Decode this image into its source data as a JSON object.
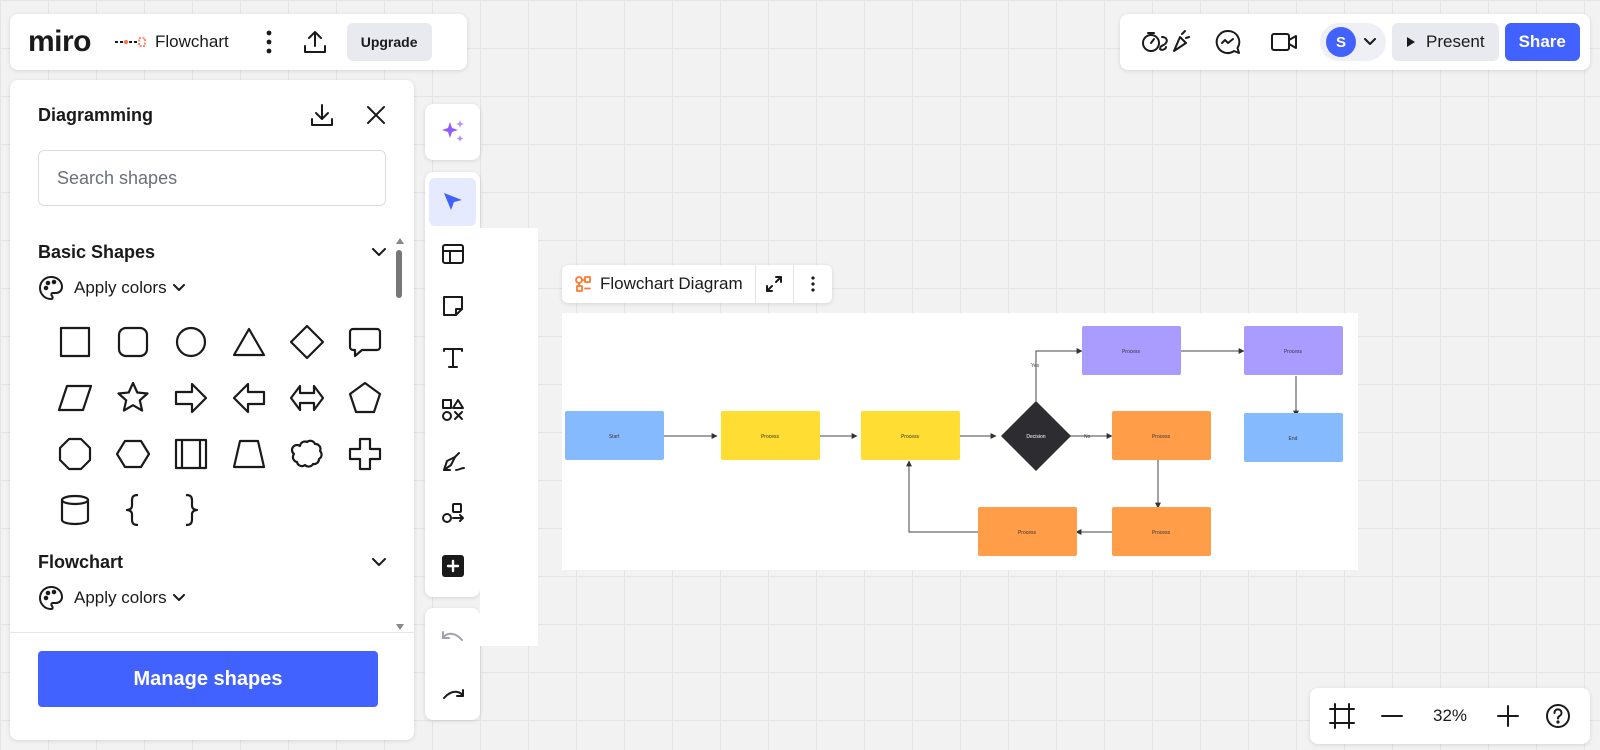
{
  "app": {
    "logo": "miro"
  },
  "board": {
    "name": "Flowchart"
  },
  "topbar": {
    "upgrade_label": "Upgrade"
  },
  "topright": {
    "avatar_initial": "S",
    "present_label": "Present",
    "share_label": "Share",
    "brand_color": "#4262ff"
  },
  "panel": {
    "title": "Diagramming",
    "search_placeholder": "Search shapes",
    "sections": [
      {
        "title": "Basic Shapes",
        "apply_label": "Apply colors"
      },
      {
        "title": "Flowchart",
        "apply_label": "Apply colors"
      }
    ],
    "basic_shapes": [
      "square",
      "rounded-square",
      "circle",
      "triangle",
      "diamond",
      "speech-bubble",
      "parallelogram",
      "star",
      "arrow-right",
      "arrow-left",
      "double-arrow",
      "pentagon",
      "octagon",
      "hexagon",
      "predefined-process",
      "trapezoid",
      "cloud",
      "cross",
      "cylinder",
      "brace-left",
      "brace-right"
    ],
    "manage_label": "Manage shapes"
  },
  "frame": {
    "title": "Flowchart Diagram",
    "nodes": [
      {
        "label": "Start",
        "color": "#86baff"
      },
      {
        "label": "Process",
        "color": "#ffdd33"
      },
      {
        "label": "Process",
        "color": "#ffdd33"
      },
      {
        "label": "Decision",
        "color": "#2d2d31"
      },
      {
        "label": "Process",
        "color": "#a99bff"
      },
      {
        "label": "Process",
        "color": "#a99bff"
      },
      {
        "label": "Process",
        "color": "#ff9d48"
      },
      {
        "label": "End",
        "color": "#86baff"
      },
      {
        "label": "Process",
        "color": "#ff9d48"
      },
      {
        "label": "Process",
        "color": "#ff9d48"
      }
    ],
    "edge_labels": {
      "yes": "Yes",
      "no": "No"
    }
  },
  "zoom": {
    "level": "32%"
  }
}
